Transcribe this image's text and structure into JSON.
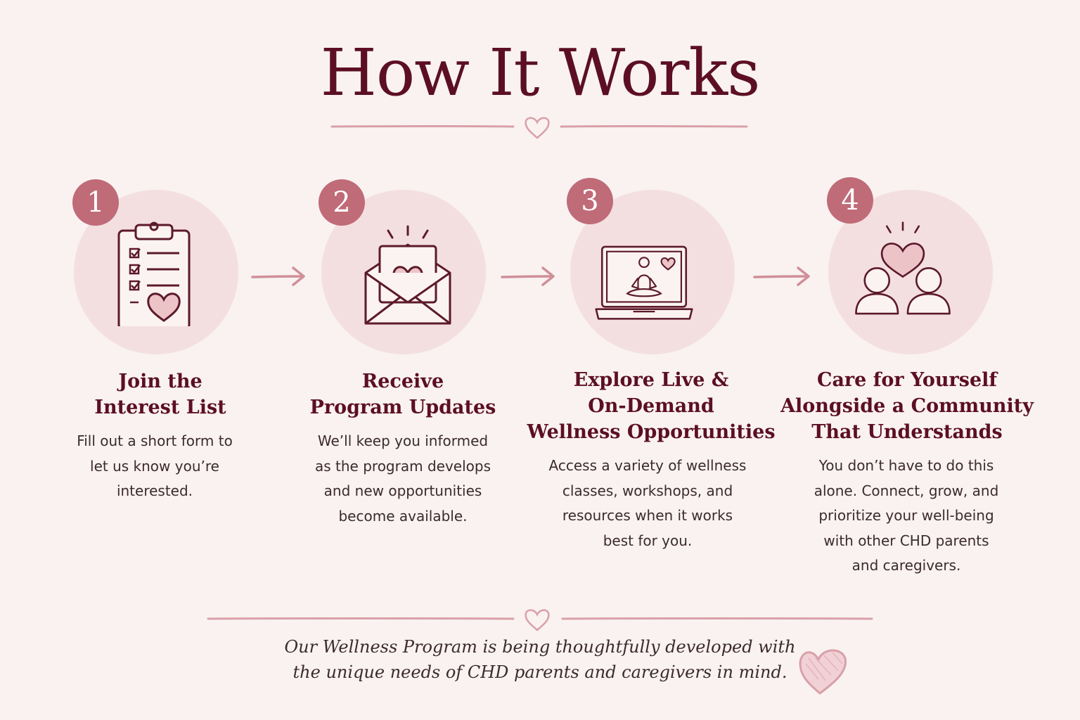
{
  "header": {
    "title": "How It Works"
  },
  "steps": [
    {
      "number": "1",
      "heading": "Join the\nInterest List",
      "description": "Fill out a short form to\nlet us know you’re\ninterested.",
      "icon": "clipboard-checklist-icon"
    },
    {
      "number": "2",
      "heading": "Receive\nProgram Updates",
      "description": "We’ll keep you informed\nas the program develops\nand new opportunities\nbecome available.",
      "icon": "envelope-heart-icon"
    },
    {
      "number": "3",
      "heading": "Explore Live &\nOn-Demand\nWellness Opportunities",
      "description": "Access a variety of wellness\nclasses, workshops, and\nresources when it works\nbest for you.",
      "icon": "laptop-meditation-icon"
    },
    {
      "number": "4",
      "heading": "Care for Yourself\nAlongside a Community\nThat Understands",
      "description": "You don’t have to do this\nalone. Connect, grow, and\nprioritize your well-being\nwith other CHD parents\nand caregivers.",
      "icon": "community-heart-icon"
    }
  ],
  "footer": {
    "note": "Our Wellness Program is being thoughtfully developed with\nthe unique needs of CHD parents and caregivers in mind."
  },
  "colors": {
    "background": "#f9f2f0",
    "title": "#5c0f24",
    "badge": "#c06b78",
    "circle": "#f4dfe0",
    "accent": "#d9a0a8",
    "icon_stroke": "#5c1a2a"
  }
}
